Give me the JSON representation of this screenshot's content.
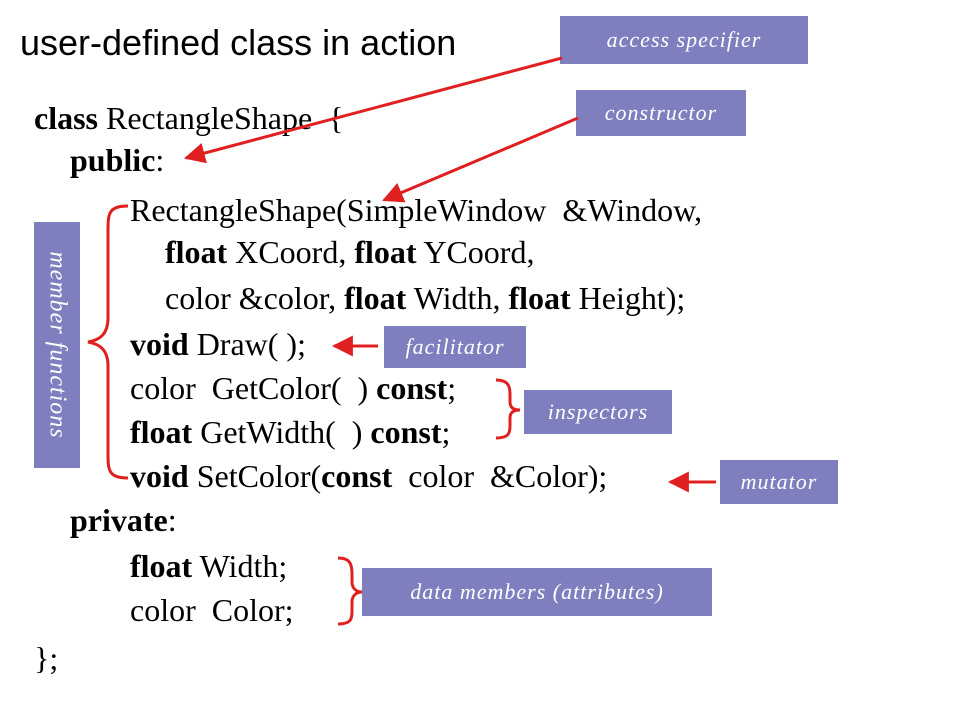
{
  "title": "user-defined class in action",
  "code": [
    [
      {
        "t": "class",
        "b": true
      },
      {
        "t": " RectangleShape  {",
        "b": false
      }
    ],
    [
      {
        "t": "public",
        "b": true
      },
      {
        "t": ":",
        "b": false
      }
    ],
    [
      {
        "t": "RectangleShape(SimpleWindow  &Window,",
        "b": false
      }
    ],
    [
      {
        "t": "float",
        "b": true
      },
      {
        "t": " XCoord, ",
        "b": false
      },
      {
        "t": "float",
        "b": true
      },
      {
        "t": " YCoord,",
        "b": false
      }
    ],
    [
      {
        "t": "color &color, ",
        "b": false
      },
      {
        "t": "float",
        "b": true
      },
      {
        "t": " Width, ",
        "b": false
      },
      {
        "t": "float",
        "b": true
      },
      {
        "t": " Height);",
        "b": false
      }
    ],
    [
      {
        "t": "void",
        "b": true
      },
      {
        "t": " Draw( );",
        "b": false
      }
    ],
    [
      {
        "t": "color  GetColor(  ) ",
        "b": false
      },
      {
        "t": "const",
        "b": true
      },
      {
        "t": ";",
        "b": false
      }
    ],
    [
      {
        "t": "float",
        "b": true
      },
      {
        "t": " GetWidth(  ) ",
        "b": false
      },
      {
        "t": "const",
        "b": true
      },
      {
        "t": ";",
        "b": false
      }
    ],
    [
      {
        "t": "void",
        "b": true
      },
      {
        "t": " SetColor(",
        "b": false
      },
      {
        "t": "const",
        "b": true
      },
      {
        "t": "  color  &Color);",
        "b": false
      }
    ],
    [
      {
        "t": "private",
        "b": true
      },
      {
        "t": ":",
        "b": false
      }
    ],
    [
      {
        "t": "float",
        "b": true
      },
      {
        "t": " Width;",
        "b": false
      }
    ],
    [
      {
        "t": "color  Color;",
        "b": false
      }
    ],
    [
      {
        "t": "};",
        "b": false
      }
    ]
  ],
  "annotations": {
    "access_specifier": "access specifier",
    "constructor": "constructor",
    "member_functions": "member functions",
    "facilitator": "facilitator",
    "inspectors": "inspectors",
    "mutator": "mutator",
    "data_members": "data members (attributes)"
  },
  "colors": {
    "tag_background": "#7f7fbf",
    "tag_text": "#ffffff",
    "arrow": "#e02020"
  }
}
